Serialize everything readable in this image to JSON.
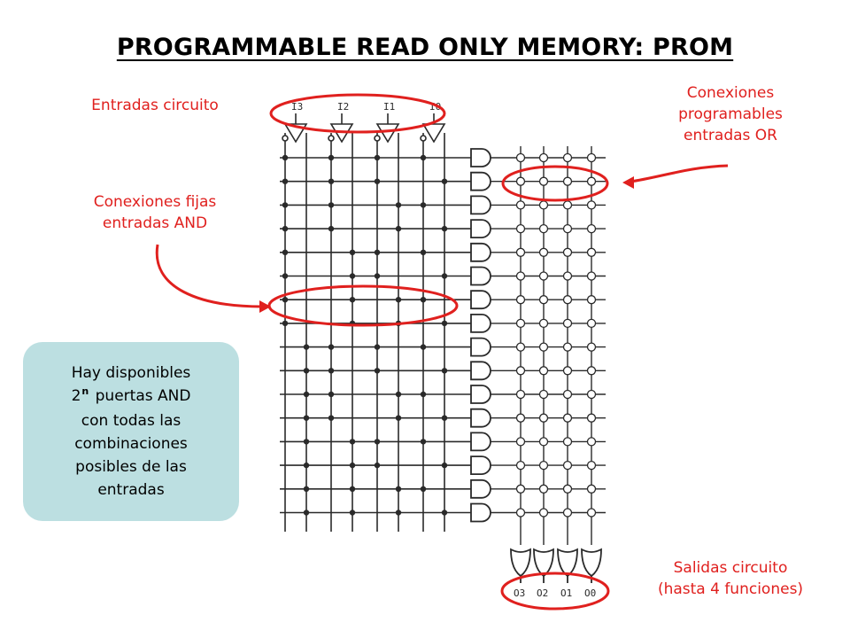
{
  "title": "PROGRAMMABLE READ ONLY MEMORY: PROM",
  "labels": {
    "inputs": "Entradas circuito",
    "or_connections": [
      "Conexiones",
      "programables",
      "entradas OR"
    ],
    "and_connections": [
      "Conexiones fijas",
      "entradas AND"
    ],
    "outputs": [
      "Salidas circuito",
      "(hasta 4 funciones)"
    ]
  },
  "callout": {
    "line1": "Hay disponibles",
    "line2_base": "2",
    "line2_exp": "n",
    "line2_rest": " puertas AND",
    "line3": "con todas las",
    "line4": "combinaciones",
    "line5": "posibles de las",
    "line6": "entradas"
  },
  "circuit": {
    "input_names": [
      "I3",
      "I2",
      "I1",
      "I0"
    ],
    "output_names": [
      "O3",
      "O2",
      "O1",
      "O0"
    ],
    "and_gate_count": 16,
    "or_gate_count": 4
  },
  "colors": {
    "accent": "#e0201e",
    "callout_bg": "#bcdfe1",
    "ink": "#2a2a2a"
  }
}
